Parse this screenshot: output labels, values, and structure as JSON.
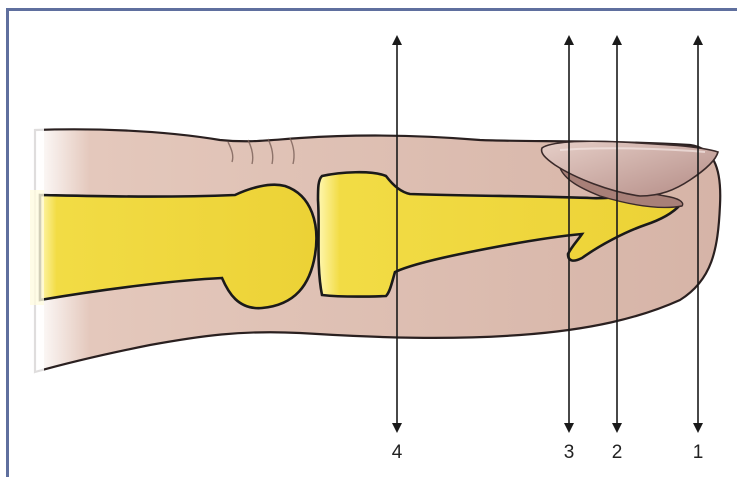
{
  "figure": {
    "markers": [
      {
        "label": "4"
      },
      {
        "label": "3"
      },
      {
        "label": "2"
      },
      {
        "label": "1"
      }
    ]
  },
  "colors": {
    "frame": "#5f6f9e",
    "skin": "#d8b8ad",
    "skin_shadow": "#b99789",
    "bone": "#f0d93a",
    "nail": "#c59f98",
    "outline": "#1a1a1a"
  }
}
